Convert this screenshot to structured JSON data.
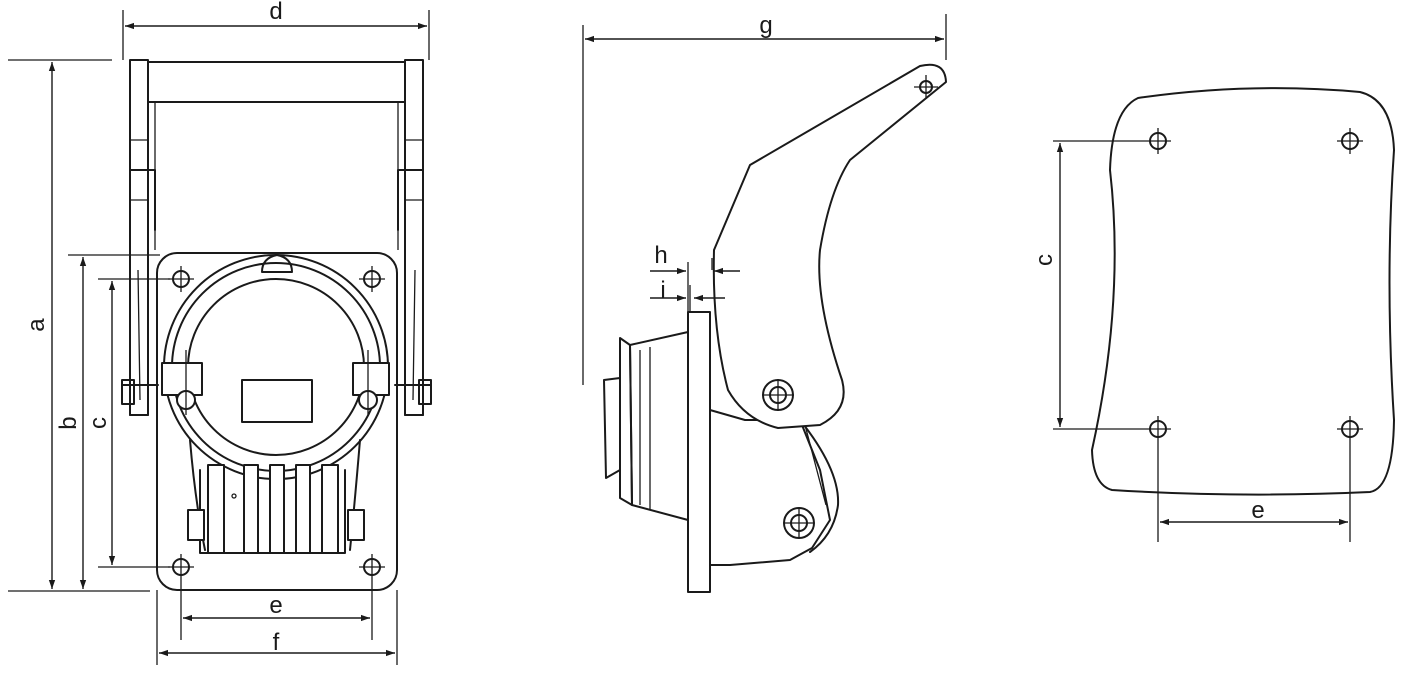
{
  "diagram": {
    "labels": {
      "a": "a",
      "b": "b",
      "c": "c",
      "d": "d",
      "e": "e",
      "f": "f",
      "g": "g",
      "h": "h",
      "i": "i"
    }
  }
}
